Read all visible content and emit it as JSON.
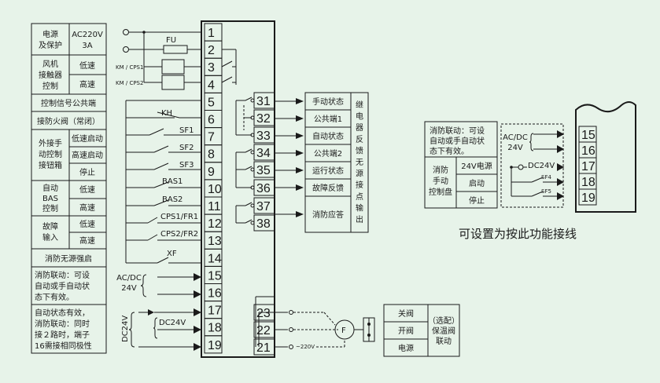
{
  "left_table": {
    "power": "电源\n及保护",
    "power_value": "AC220V\n3A",
    "fan": "风机\n接触器\n控制",
    "low": "低速",
    "high": "高速",
    "common": "控制信号公共端",
    "damper": "接防火阀（常闭）",
    "ext_box": "外接手\n动控制\n接钮箱",
    "low_start": "低速启动",
    "high_start": "高速启动",
    "stop": "停止",
    "bas": "自动\nBAS\n控制",
    "fault": "故障\n输入",
    "fire_start": "消防无源强启",
    "fire_link": "消防联动：可设\n自动或手自动状\n态下有效。",
    "auto_note": "自动状态有效，\n消防联动：同时\n接２路时，端子\n16需接相同极性"
  },
  "terminals_left": [
    "1",
    "2",
    "3",
    "4",
    "5",
    "6",
    "7",
    "8",
    "9",
    "10",
    "11",
    "12",
    "13",
    "14",
    "15",
    "16",
    "17",
    "18",
    "19"
  ],
  "terminals_right": [
    "31",
    "32",
    "33",
    "34",
    "35",
    "36",
    "37",
    "38",
    "23",
    "22",
    "21"
  ],
  "labels": {
    "fu": "FU",
    "km1": "KM / CPS1",
    "km2": "KM / CPS2",
    "kh": "KH",
    "sf1": "SF1",
    "sf2": "SF2",
    "sf3": "SF3",
    "bas1": "BAS1",
    "bas2": "BAS2",
    "cps1": "CPS1/FR1",
    "cps2": "CPS2/FR2",
    "xf": "XF",
    "acdc": "AC/DC\n24V",
    "dc24v": "DC24V",
    "dc24v_v": "DC24V",
    "v220": "~220V",
    "motor": "F"
  },
  "outputs": [
    "手动状态",
    "公共端1",
    "自动状态",
    "公共端2",
    "运行状态",
    "故障反馈",
    "消防应答"
  ],
  "output_title": "继电器反馈无源接点输出",
  "valve": {
    "close": "关阀",
    "open": "开阀",
    "power": "电源",
    "title": "（选配）\n保温阀\n联动"
  },
  "right_panel": {
    "note": "消防联动：可设\n自动或手自动状\n态下有效。",
    "panel": "消防\n手动\n控制盘",
    "dc_power": "24V电源",
    "start": "启动",
    "stop": "停止",
    "acdc": "AC/DC\n24V",
    "dc24v": "DC24V",
    "sf4": "SF4",
    "sf5": "SF5",
    "terms": [
      "15",
      "16",
      "17",
      "18",
      "19"
    ]
  },
  "caption": "可设置为按此功能接线"
}
